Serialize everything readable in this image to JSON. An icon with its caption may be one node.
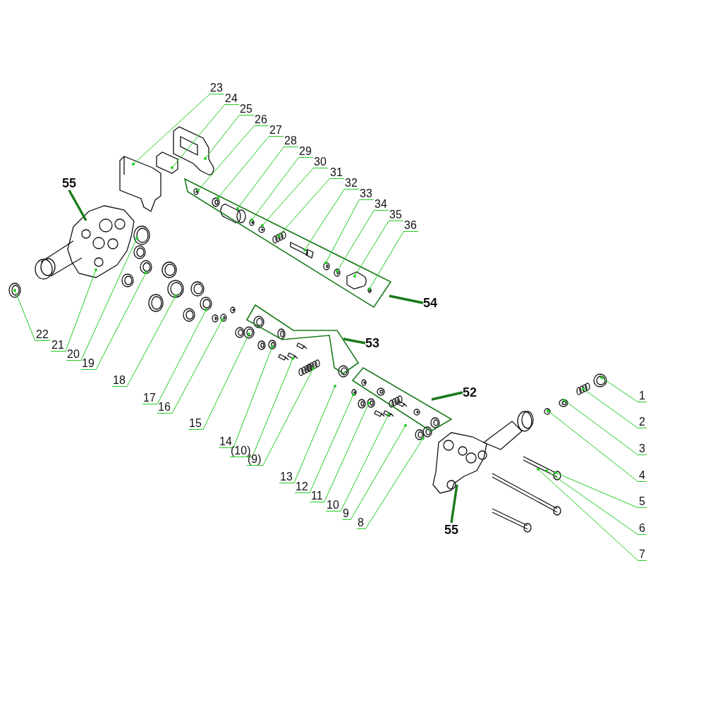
{
  "diagram": {
    "nodes": [
      {
        "text": [
          "23"
        ]
      },
      {
        "text": [
          "24"
        ]
      },
      {
        "text": [
          "25"
        ]
      },
      {
        "text": [
          "26"
        ]
      },
      {
        "text": [
          "27"
        ]
      },
      {
        "text": [
          "28"
        ]
      },
      {
        "text": [
          "29"
        ]
      },
      {
        "text": [
          "30"
        ]
      },
      {
        "text": [
          "31"
        ]
      },
      {
        "text": [
          "32"
        ]
      },
      {
        "text": [
          "33"
        ]
      },
      {
        "text": [
          "34"
        ]
      },
      {
        "text": [
          "35"
        ]
      },
      {
        "text": [
          "36"
        ]
      },
      {
        "text": [
          "55"
        ]
      },
      {
        "text": [
          "54"
        ]
      },
      {
        "text": [
          "22"
        ]
      },
      {
        "text": [
          "21"
        ]
      },
      {
        "text": [
          "20"
        ]
      },
      {
        "text": [
          "19"
        ]
      },
      {
        "text": [
          "18"
        ]
      },
      {
        "text": [
          "17"
        ]
      },
      {
        "text": [
          "16"
        ]
      },
      {
        "text": [
          "15"
        ]
      },
      {
        "text": [
          "14"
        ]
      },
      {
        "text": [
          "(10)"
        ]
      },
      {
        "text": [
          "(9)"
        ]
      },
      {
        "text": [
          "13"
        ]
      },
      {
        "text": [
          "12"
        ]
      },
      {
        "text": [
          "11"
        ]
      },
      {
        "text": [
          "10"
        ]
      },
      {
        "text": [
          "9"
        ]
      },
      {
        "text": [
          "8"
        ]
      },
      {
        "text": [
          "53"
        ]
      },
      {
        "text": [
          "52"
        ]
      },
      {
        "text": [
          "1"
        ]
      },
      {
        "text": [
          "2"
        ]
      },
      {
        "text": [
          "3"
        ]
      },
      {
        "text": [
          "4"
        ]
      },
      {
        "text": [
          "5"
        ]
      },
      {
        "text": [
          "6"
        ]
      },
      {
        "text": [
          "7"
        ]
      },
      {
        "text": [
          "55"
        ]
      }
    ],
    "edges": [
      {
        "from": 0,
        "to": null,
        "arrow": "other"
      },
      {
        "from": 1,
        "to": null,
        "arrow": "other"
      },
      {
        "from": 2,
        "to": null,
        "arrow": "other"
      },
      {
        "from": 3,
        "to": null,
        "arrow": "other"
      },
      {
        "from": 4,
        "to": null,
        "arrow": "other"
      },
      {
        "from": 5,
        "to": null,
        "arrow": "other"
      },
      {
        "from": 6,
        "to": null,
        "arrow": "other"
      },
      {
        "from": 7,
        "to": null,
        "arrow": "other"
      },
      {
        "from": 8,
        "to": null,
        "arrow": "other"
      },
      {
        "from": 9,
        "to": null,
        "arrow": "other"
      },
      {
        "from": 10,
        "to": null,
        "arrow": "other"
      },
      {
        "from": 11,
        "to": null,
        "arrow": "other"
      },
      {
        "from": 12,
        "to": null,
        "arrow": "other"
      },
      {
        "from": 13,
        "to": null,
        "arrow": "other"
      },
      {
        "from": 14,
        "to": null,
        "arrow": "none",
        "style": "thick",
        "color": "#1a7a1a"
      },
      {
        "from": 15,
        "to": null,
        "arrow": "none",
        "style": "thick",
        "color": "#1a7a1a"
      },
      {
        "from": 16,
        "to": null,
        "arrow": "other"
      },
      {
        "from": 17,
        "to": null,
        "arrow": "other"
      },
      {
        "from": 18,
        "to": null,
        "arrow": "other"
      },
      {
        "from": 19,
        "to": null,
        "arrow": "other"
      },
      {
        "from": 20,
        "to": null,
        "arrow": "other"
      },
      {
        "from": 21,
        "to": null,
        "arrow": "other"
      },
      {
        "from": 22,
        "to": null,
        "arrow": "other"
      },
      {
        "from": 23,
        "to": null,
        "arrow": "other"
      },
      {
        "from": 24,
        "to": null,
        "arrow": "other"
      },
      {
        "from": 25,
        "to": null,
        "arrow": "other"
      },
      {
        "from": 26,
        "to": null,
        "arrow": "other"
      },
      {
        "from": 27,
        "to": null,
        "arrow": "other"
      },
      {
        "from": 28,
        "to": null,
        "arrow": "other"
      },
      {
        "from": 29,
        "to": null,
        "arrow": "other"
      },
      {
        "from": 30,
        "to": null,
        "arrow": "other"
      },
      {
        "from": 31,
        "to": null,
        "arrow": "other"
      },
      {
        "from": 32,
        "to": null,
        "arrow": "other"
      },
      {
        "from": 33,
        "to": null,
        "arrow": "none",
        "style": "thick",
        "color": "#1a7a1a"
      },
      {
        "from": 34,
        "to": null,
        "arrow": "none",
        "style": "thick",
        "color": "#1a7a1a"
      },
      {
        "from": 35,
        "to": null,
        "arrow": "other"
      },
      {
        "from": 36,
        "to": null,
        "arrow": "other"
      },
      {
        "from": 37,
        "to": null,
        "arrow": "other"
      },
      {
        "from": 38,
        "to": null,
        "arrow": "other"
      },
      {
        "from": 39,
        "to": null,
        "arrow": "other"
      },
      {
        "from": 40,
        "to": null,
        "arrow": "other"
      },
      {
        "from": 41,
        "to": null,
        "arrow": "other"
      },
      {
        "from": 42,
        "to": null,
        "arrow": "none",
        "style": "thick",
        "color": "#1a7a1a"
      }
    ]
  }
}
